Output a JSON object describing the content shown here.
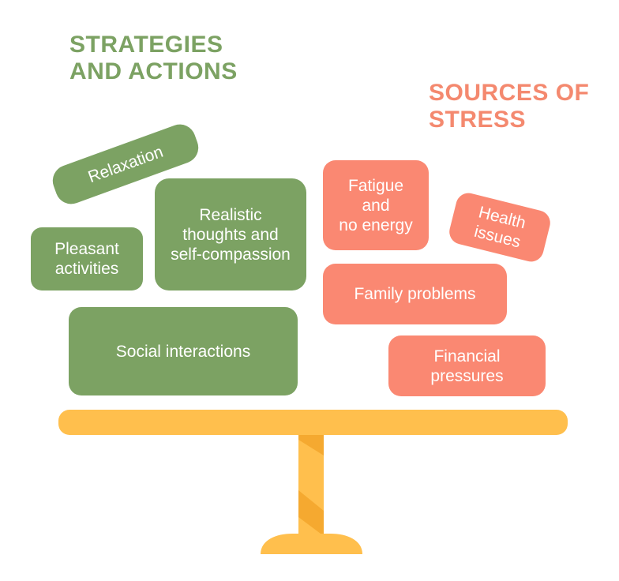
{
  "strategies": {
    "heading_lines": [
      "STRATEGIES",
      "AND ACTIONS"
    ],
    "color": "#7ca263",
    "items": {
      "relaxation": "Relaxation",
      "pleasant_activities": [
        "Pleasant",
        "activities"
      ],
      "realistic_thoughts": [
        "Realistic",
        "thoughts and",
        "self-compassion"
      ],
      "social_interactions": "Social interactions"
    }
  },
  "stressors": {
    "heading_lines": [
      "SOURCES OF",
      "STRESS"
    ],
    "color": "#fa8872",
    "items": {
      "fatigue": [
        "Fatigue",
        "and",
        "no energy"
      ],
      "health_issues": [
        "Health",
        "issues"
      ],
      "family_problems": "Family problems",
      "financial_pressures": [
        "Financial",
        "pressures"
      ]
    }
  },
  "scale": {
    "bar_color": "#ffbf4d",
    "post_color": "#ffbf4d",
    "post_shade_color": "#f5a930"
  }
}
